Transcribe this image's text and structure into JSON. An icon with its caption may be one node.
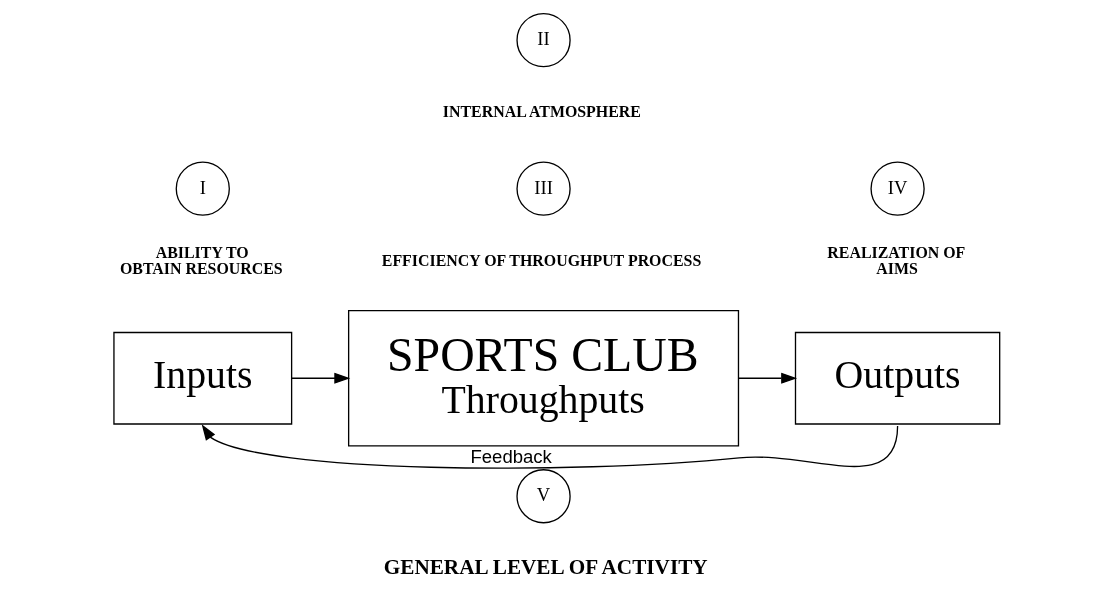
{
  "diagram": {
    "nodes": [
      {
        "text": [
          "II"
        ],
        "beside": [
          "INTERNAL ATMOSPHERE"
        ]
      },
      {
        "text": [
          "III"
        ],
        "beside": [
          "EFFICIENCY OF THROUGHPUT PROCESS"
        ]
      },
      {
        "text": [
          "I"
        ],
        "beside": [
          "ABILITY TO OBTAIN RESOURCES"
        ]
      },
      {
        "text": [
          "IV"
        ],
        "beside": [
          "REALIZATION OF AIMS"
        ]
      },
      {
        "text": [
          "Inputs"
        ]
      },
      {
        "text": [
          "SPORTS CLUB",
          "Throughputs"
        ]
      },
      {
        "text": [
          "Outputs"
        ]
      },
      {
        "text": [
          "V"
        ],
        "beside": [
          "GENERAL LEVEL OF ACTIVITY"
        ]
      }
    ],
    "edges": [
      {
        "from": 4,
        "to": 5,
        "arrow": "to"
      },
      {
        "from": 5,
        "to": 6,
        "arrow": "to"
      },
      {
        "from": 6,
        "to": 4,
        "arrow": "to",
        "label": "Feedback"
      }
    ]
  }
}
